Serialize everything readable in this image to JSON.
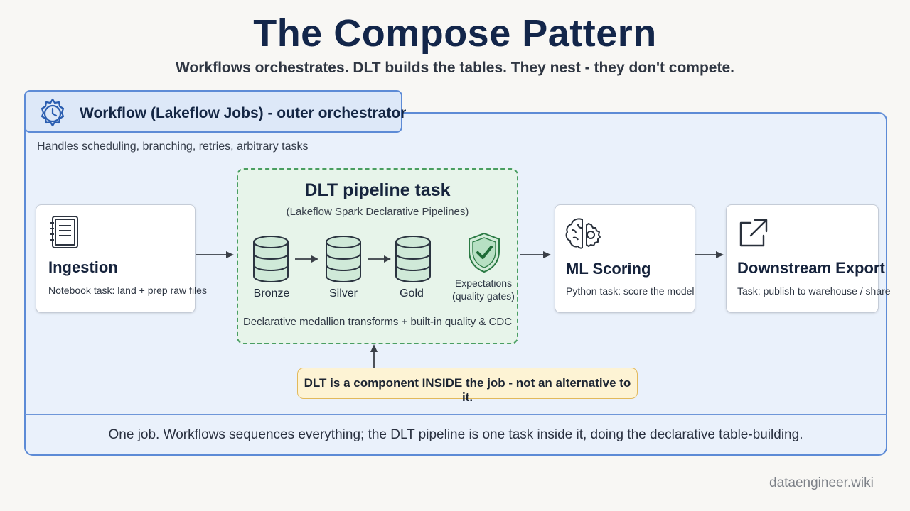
{
  "title": "The Compose Pattern",
  "subtitle": "Workflows orchestrates. DLT builds the tables. They nest - they don't compete.",
  "workflow": {
    "label": "Workflow (Lakeflow Jobs) - outer orchestrator",
    "description": "Handles scheduling, branching, retries, arbitrary tasks",
    "icon": "gear-clock-icon"
  },
  "tasks": {
    "ingestion": {
      "title": "Ingestion",
      "description": "Notebook task: land + prep raw files",
      "icon": "notebook-icon"
    },
    "ml_scoring": {
      "title": "ML Scoring",
      "description": "Python task: score the model",
      "icon": "brain-gear-icon"
    },
    "export": {
      "title": "Downstream Export",
      "description": "Task: publish to warehouse / share",
      "icon": "external-link-icon"
    }
  },
  "dlt": {
    "title": "DLT pipeline task",
    "subtitle": "(Lakeflow Spark Declarative Pipelines)",
    "stages": [
      "Bronze",
      "Silver",
      "Gold"
    ],
    "expectations_line1": "Expectations",
    "expectations_line2": "(quality gates)",
    "footer": "Declarative medallion transforms + built-in quality & CDC"
  },
  "callout": "DLT is a component INSIDE the job - not an alternative to it.",
  "footer_note": "One job. Workflows sequences everything; the DLT pipeline is one task inside it, doing the declarative table-building.",
  "watermark": "dataengineer.wiki",
  "colors": {
    "outer_border": "#5d8bd6",
    "outer_fill": "#eaf1fb",
    "dlt_border": "#4a9e62",
    "dlt_fill": "#e7f4ea",
    "callout_border": "#e2b95b",
    "callout_fill": "#fdf3d4"
  }
}
